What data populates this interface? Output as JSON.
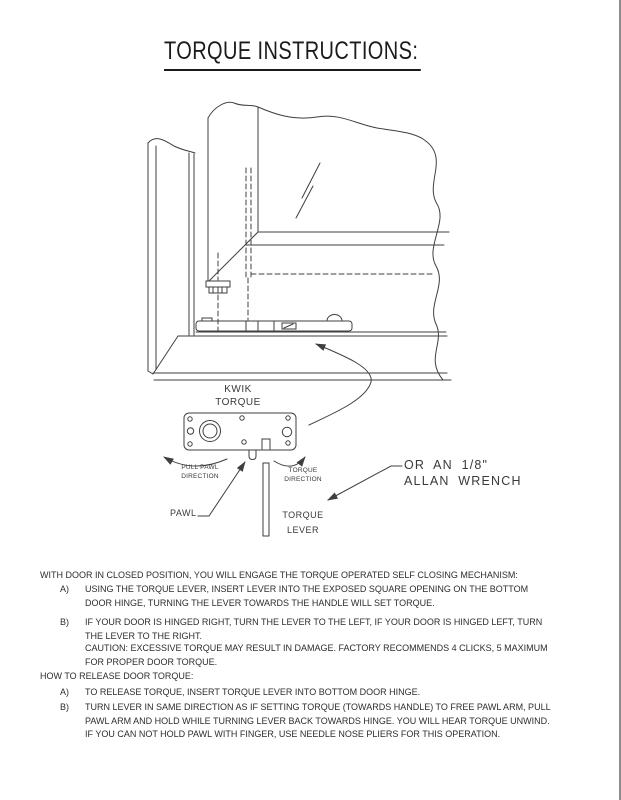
{
  "page": {
    "title": "TORQUE INSTRUCTIONS:"
  },
  "diagram": {
    "labels": {
      "kwik_line1": "KWIK",
      "kwik_line2": "TORQUE",
      "pull_pawl_line1": "PULL PAWL",
      "pull_pawl_line2": "DIRECTION",
      "torque_dir_line1": "TORQUE",
      "torque_dir_line2": "DIRECTION",
      "pawl": "PAWL",
      "torque_lever_line1": "TORQUE",
      "torque_lever_line2": "LEVER",
      "allan_line1": "OR AN 1/8\"",
      "allan_line2": "ALLAN WRENCH"
    }
  },
  "instructions": {
    "engage_heading": "WITH DOOR IN CLOSED POSITION, YOU WILL ENGAGE THE TORQUE OPERATED SELF CLOSING MECHANISM:",
    "engage_items": [
      {
        "label": "A)",
        "text": "USING THE TORQUE LEVER, INSERT LEVER INTO THE EXPOSED SQUARE OPENING ON THE BOTTOM DOOR HINGE, TURNING THE LEVER TOWARDS THE HANDLE WILL SET TORQUE."
      },
      {
        "label": "B)",
        "text": "IF YOUR DOOR IS HINGED RIGHT, TURN THE LEVER TO THE LEFT, IF YOUR DOOR IS HINGED LEFT, TURN THE LEVER TO THE RIGHT.",
        "caution": "CAUTION: EXCESSIVE TORQUE MAY RESULT IN DAMAGE.  FACTORY RECOMMENDS 4 CLICKS, 5 MAXIMUM FOR PROPER DOOR TORQUE."
      }
    ],
    "release_heading": "HOW TO RELEASE DOOR TORQUE:",
    "release_items": [
      {
        "label": "A)",
        "text": "TO RELEASE TORQUE, INSERT TORQUE LEVER INTO BOTTOM DOOR HINGE."
      },
      {
        "label": "B)",
        "text": "TURN LEVER IN SAME DIRECTION AS IF SETTING TORQUE (TOWARDS HANDLE) TO FREE PAWL ARM, PULL PAWL ARM AND HOLD WHILE TURNING LEVER BACK TOWARDS HINGE.  YOU WILL HEAR TORQUE UNWIND.  IF YOU CAN NOT HOLD PAWL WITH FINGER, USE NEEDLE NOSE PLIERS FOR THIS OPERATION."
      }
    ]
  }
}
